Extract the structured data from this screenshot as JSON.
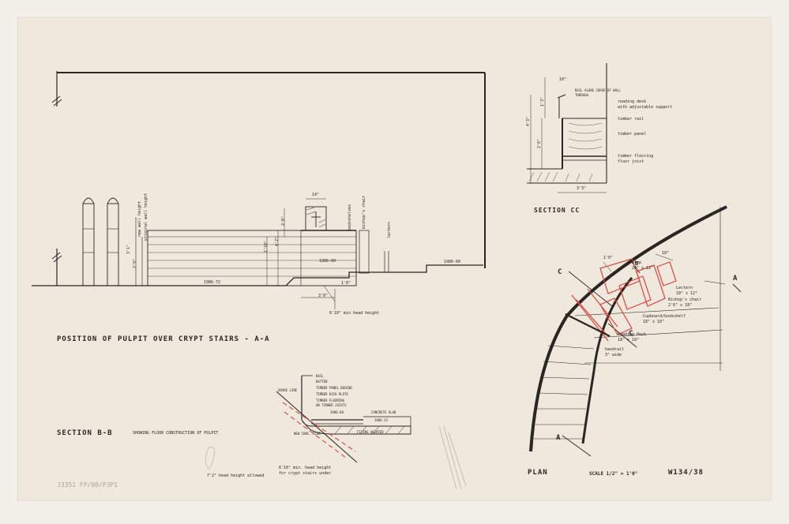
{
  "titles": {
    "elevation": "POSITION OF PULPIT OVER CRYPT STAIRS - A-A",
    "section_bb": "SECTION B-B",
    "section_bb_note": "SHOWING FLOOR CONSTRUCTION OF PULPIT",
    "section_cc": "SECTION CC",
    "plan": "PLAN",
    "scale": "SCALE 1/2\" = 1'0\"",
    "sheet_no": "W134/38"
  },
  "elevation_labels": {
    "new_wall_height": "new wall height",
    "original_wall_height": "original wall height",
    "bookshelves": "bookshelves",
    "bishops_chair": "bishop's chair",
    "lectern": "lectern",
    "head_height": "6'10\" min head height",
    "level_left": "1986-72",
    "level_mid": "1986-60",
    "level_right": "1986-60",
    "dim_14": "14\"",
    "dim_1": "3'1\"",
    "dim_2": "2'9\"",
    "dim_3": "1'10\"",
    "dim_4": "4'2\"",
    "dim_5": "2'0\"",
    "dim_6": "1'0\"",
    "dim_7": "3'0\""
  },
  "section_bb_labels": {
    "rail": "RAIL",
    "batten": "BATTEN",
    "timber_panel": "TIMBER PANEL BEHIND",
    "timber_kick": "TIMBER KICK PLATE",
    "timber_flooring": "TIMBER FLOORING",
    "on_joists": "ON TIMBER JOISTS",
    "level": "1986-60",
    "level2": "1986-15",
    "concrete_slab": "CONCRETE SLAB",
    "fixing": "FIXING SKIRTED",
    "new_slab": "NEW CONC. SLAB",
    "grade": "GRADE LINE",
    "head_allowed": "7'2\" head height allowed",
    "head_min": "6'10\" min. head height",
    "head_min2": "for crypt stairs under"
  },
  "section_cc_labels": {
    "rail_note": "RAIL ALONG CURVE OF WALL",
    "rail_note2": "THROUGH",
    "reading_desk": "reading desk",
    "reading_desk2": "with adjustable support",
    "timber_rail": "timber rail",
    "timber_panel": "timber panel",
    "timber_flooring": "timber flooring",
    "floor_joist": "floor joist",
    "dim_top": "10\"",
    "dim_a": "1'3\"",
    "dim_b": "4'3\"",
    "dim_c": "2'6\"",
    "dim_d": "3'3\""
  },
  "plan_labels": {
    "step": "Step",
    "step_size": "24\" x 12\"",
    "lectern": "Lectern",
    "lectern_size": "18\" x 12\"",
    "bishops_chair": "Bishop's chair",
    "bishops_chair_size": "2'6\" x 18\"",
    "cupboard": "Cupboard/bookshelf",
    "cupboard_size": "18\" x 10\"",
    "reading_desk": "Reading Desk",
    "reading_desk_size": "18\" x 10\"",
    "handrail": "handrail",
    "handrail_size": "3\" wide",
    "c_top": "C",
    "c_bottom": "C",
    "b": "B",
    "a_right": "A",
    "a_bottom": "A",
    "dim_top": "1'0\"",
    "dim_top2": "10\""
  },
  "pencil_note": "J3351 FP/00/P3P1",
  "colors": {
    "paper": "#efe8dc",
    "ink": "#2a2622",
    "red": "#d9443c",
    "pencil": "#a9a49c"
  }
}
